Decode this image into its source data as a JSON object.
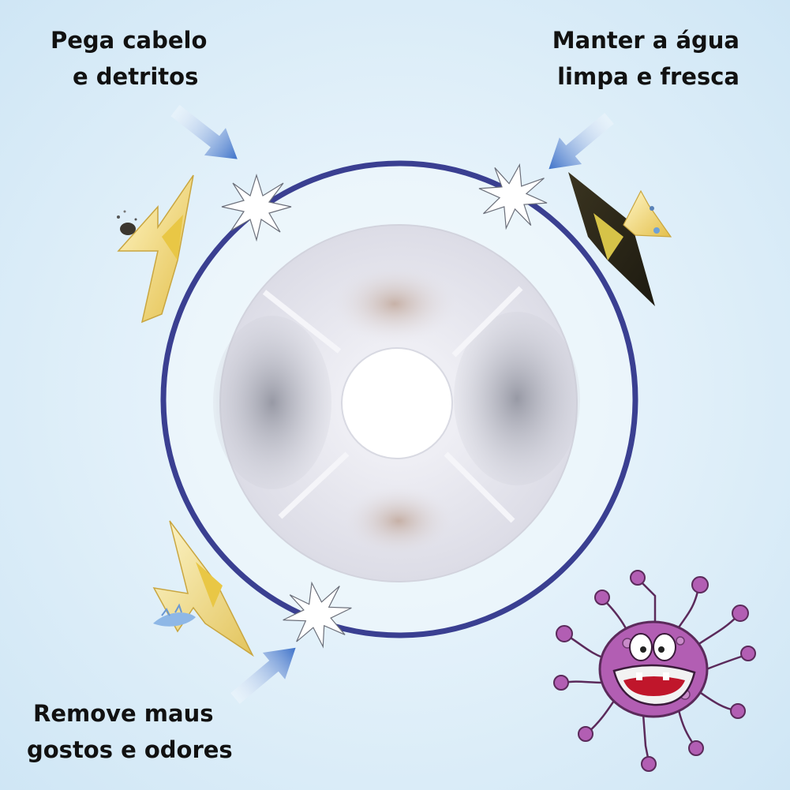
{
  "captions": {
    "top_left": [
      "Pega cabelo",
      "e detritos"
    ],
    "top_right": [
      "Manter a água",
      "limpa e fresca"
    ],
    "bottom_left": [
      "Remove maus",
      "gostos e odores"
    ]
  },
  "colors": {
    "ring": "#3a3f91",
    "arrow": "#4d7fcf",
    "yellow": "#f1d66e",
    "germ": "#b25eb3",
    "filter": "#e8e8ef"
  },
  "icons": [
    "filter-disc",
    "blue-arrow",
    "yellow-arrow",
    "sparkle",
    "germ-cartoon"
  ]
}
